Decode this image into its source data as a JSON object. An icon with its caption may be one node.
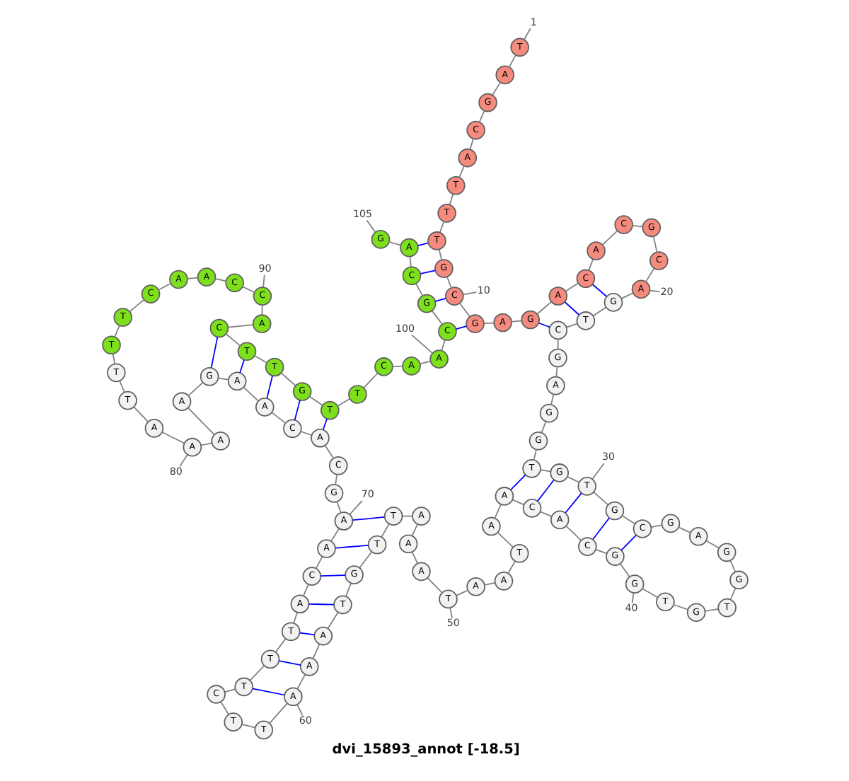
{
  "diagram": {
    "caption": "dvi_15893_annot [-18.5]",
    "nodes": [
      {
        "text": [
          "T"
        ]
      },
      {
        "text": [
          "A"
        ]
      },
      {
        "text": [
          "G"
        ]
      },
      {
        "text": [
          "C"
        ]
      },
      {
        "text": [
          "A"
        ]
      },
      {
        "text": [
          "T"
        ]
      },
      {
        "text": [
          "T"
        ]
      },
      {
        "text": [
          "T"
        ]
      },
      {
        "text": [
          "G"
        ]
      },
      {
        "text": [
          "C"
        ]
      },
      {
        "text": [
          "G"
        ]
      },
      {
        "text": [
          "A"
        ]
      },
      {
        "text": [
          "G"
        ]
      },
      {
        "text": [
          "A"
        ]
      },
      {
        "text": [
          "C"
        ]
      },
      {
        "text": [
          "A"
        ]
      },
      {
        "text": [
          "C"
        ]
      },
      {
        "text": [
          "G"
        ]
      },
      {
        "text": [
          "C"
        ]
      },
      {
        "text": [
          "A"
        ]
      },
      {
        "text": [
          "G"
        ]
      },
      {
        "text": [
          "T"
        ]
      },
      {
        "text": [
          "C"
        ]
      },
      {
        "text": [
          "G"
        ]
      },
      {
        "text": [
          "A"
        ]
      },
      {
        "text": [
          "G"
        ]
      },
      {
        "text": [
          "G"
        ]
      },
      {
        "text": [
          "T"
        ]
      },
      {
        "text": [
          "G"
        ]
      },
      {
        "text": [
          "T"
        ]
      },
      {
        "text": [
          "G"
        ]
      },
      {
        "text": [
          "C"
        ]
      },
      {
        "text": [
          "G"
        ]
      },
      {
        "text": [
          "A"
        ]
      },
      {
        "text": [
          "G"
        ]
      },
      {
        "text": [
          "G"
        ]
      },
      {
        "text": [
          "T"
        ]
      },
      {
        "text": [
          "G"
        ]
      },
      {
        "text": [
          "T"
        ]
      },
      {
        "text": [
          "G"
        ]
      },
      {
        "text": [
          "G"
        ]
      },
      {
        "text": [
          "C"
        ]
      },
      {
        "text": [
          "A"
        ]
      },
      {
        "text": [
          "C"
        ]
      },
      {
        "text": [
          "A"
        ]
      },
      {
        "text": [
          "A"
        ]
      },
      {
        "text": [
          "T"
        ]
      },
      {
        "text": [
          "A"
        ]
      },
      {
        "text": [
          "A"
        ]
      },
      {
        "text": [
          "T"
        ]
      },
      {
        "text": [
          "A"
        ]
      },
      {
        "text": [
          "A"
        ]
      },
      {
        "text": [
          "A"
        ]
      },
      {
        "text": [
          "T"
        ]
      },
      {
        "text": [
          "T"
        ]
      },
      {
        "text": [
          "G"
        ]
      },
      {
        "text": [
          "T"
        ]
      },
      {
        "text": [
          "A"
        ]
      },
      {
        "text": [
          "A"
        ]
      },
      {
        "text": [
          "A"
        ]
      },
      {
        "text": [
          "T"
        ]
      },
      {
        "text": [
          "T"
        ]
      },
      {
        "text": [
          "C"
        ]
      },
      {
        "text": [
          "T"
        ]
      },
      {
        "text": [
          "T"
        ]
      },
      {
        "text": [
          "T"
        ]
      },
      {
        "text": [
          "A"
        ]
      },
      {
        "text": [
          "C"
        ]
      },
      {
        "text": [
          "A"
        ]
      },
      {
        "text": [
          "A"
        ]
      },
      {
        "text": [
          "G"
        ]
      },
      {
        "text": [
          "C"
        ]
      },
      {
        "text": [
          "A"
        ]
      },
      {
        "text": [
          "C"
        ]
      },
      {
        "text": [
          "A"
        ]
      },
      {
        "text": [
          "A"
        ]
      },
      {
        "text": [
          "G"
        ]
      },
      {
        "text": [
          "A"
        ]
      },
      {
        "text": [
          "A"
        ]
      },
      {
        "text": [
          "A"
        ]
      },
      {
        "text": [
          "A"
        ]
      },
      {
        "text": [
          "T"
        ]
      },
      {
        "text": [
          "T"
        ]
      },
      {
        "text": [
          "T"
        ]
      },
      {
        "text": [
          "T"
        ]
      },
      {
        "text": [
          "C"
        ]
      },
      {
        "text": [
          "A"
        ]
      },
      {
        "text": [
          "A"
        ]
      },
      {
        "text": [
          "C"
        ]
      },
      {
        "text": [
          "C"
        ]
      },
      {
        "text": [
          "A"
        ]
      },
      {
        "text": [
          "C"
        ]
      },
      {
        "text": [
          "T"
        ]
      },
      {
        "text": [
          "T"
        ]
      },
      {
        "text": [
          "G"
        ]
      },
      {
        "text": [
          "T"
        ]
      },
      {
        "text": [
          "T"
        ]
      },
      {
        "text": [
          "C"
        ]
      },
      {
        "text": [
          "A"
        ]
      },
      {
        "text": [
          "A"
        ]
      },
      {
        "text": [
          "C"
        ]
      },
      {
        "text": [
          "G"
        ]
      },
      {
        "text": [
          "C"
        ]
      },
      {
        "text": [
          "A"
        ]
      },
      {
        "text": [
          "G"
        ]
      },
      {
        "text": [
          "1"
        ]
      },
      {
        "text": [
          "10"
        ]
      },
      {
        "text": [
          "20"
        ]
      },
      {
        "text": [
          "30"
        ]
      },
      {
        "text": [
          "40"
        ]
      },
      {
        "text": [
          "50"
        ]
      },
      {
        "text": [
          "60"
        ]
      },
      {
        "text": [
          "70"
        ]
      },
      {
        "text": [
          "80"
        ]
      },
      {
        "text": [
          "90"
        ]
      },
      {
        "text": [
          "100"
        ]
      },
      {
        "text": [
          "105"
        ]
      }
    ],
    "edges": [
      {
        "from": 0,
        "to": 1,
        "arrow": "none"
      },
      {
        "from": 1,
        "to": 2,
        "arrow": "none"
      },
      {
        "from": 2,
        "to": 3,
        "arrow": "none"
      },
      {
        "from": 3,
        "to": 4,
        "arrow": "none"
      },
      {
        "from": 4,
        "to": 5,
        "arrow": "none"
      },
      {
        "from": 5,
        "to": 6,
        "arrow": "none"
      },
      {
        "from": 6,
        "to": 7,
        "arrow": "none"
      },
      {
        "from": 7,
        "to": 8,
        "arrow": "none"
      },
      {
        "from": 8,
        "to": 9,
        "arrow": "none"
      },
      {
        "from": 9,
        "to": 10,
        "arrow": "none"
      },
      {
        "from": 10,
        "to": 11,
        "arrow": "none"
      },
      {
        "from": 11,
        "to": 12,
        "arrow": "none"
      },
      {
        "from": 12,
        "to": 13,
        "arrow": "none"
      },
      {
        "from": 13,
        "to": 14,
        "arrow": "none"
      },
      {
        "from": 14,
        "to": 15,
        "arrow": "none"
      },
      {
        "from": 15,
        "to": 16,
        "arrow": "none"
      },
      {
        "from": 16,
        "to": 17,
        "arrow": "none"
      },
      {
        "from": 17,
        "to": 18,
        "arrow": "none"
      },
      {
        "from": 18,
        "to": 19,
        "arrow": "none"
      },
      {
        "from": 19,
        "to": 20,
        "arrow": "none"
      },
      {
        "from": 20,
        "to": 21,
        "arrow": "none"
      },
      {
        "from": 21,
        "to": 22,
        "arrow": "none"
      },
      {
        "from": 22,
        "to": 23,
        "arrow": "none"
      },
      {
        "from": 23,
        "to": 24,
        "arrow": "none"
      },
      {
        "from": 24,
        "to": 25,
        "arrow": "none"
      },
      {
        "from": 25,
        "to": 26,
        "arrow": "none"
      },
      {
        "from": 26,
        "to": 27,
        "arrow": "none"
      },
      {
        "from": 27,
        "to": 28,
        "arrow": "none"
      },
      {
        "from": 28,
        "to": 29,
        "arrow": "none"
      },
      {
        "from": 29,
        "to": 30,
        "arrow": "none"
      },
      {
        "from": 30,
        "to": 31,
        "arrow": "none"
      },
      {
        "from": 31,
        "to": 32,
        "arrow": "none"
      },
      {
        "from": 32,
        "to": 33,
        "arrow": "none"
      },
      {
        "from": 33,
        "to": 34,
        "arrow": "none"
      },
      {
        "from": 34,
        "to": 35,
        "arrow": "none"
      },
      {
        "from": 35,
        "to": 36,
        "arrow": "none"
      },
      {
        "from": 36,
        "to": 37,
        "arrow": "none"
      },
      {
        "from": 37,
        "to": 38,
        "arrow": "none"
      },
      {
        "from": 38,
        "to": 39,
        "arrow": "none"
      },
      {
        "from": 39,
        "to": 40,
        "arrow": "none"
      },
      {
        "from": 40,
        "to": 41,
        "arrow": "none"
      },
      {
        "from": 41,
        "to": 42,
        "arrow": "none"
      },
      {
        "from": 42,
        "to": 43,
        "arrow": "none"
      },
      {
        "from": 43,
        "to": 44,
        "arrow": "none"
      },
      {
        "from": 44,
        "to": 45,
        "arrow": "none"
      },
      {
        "from": 45,
        "to": 46,
        "arrow": "none"
      },
      {
        "from": 46,
        "to": 47,
        "arrow": "none"
      },
      {
        "from": 47,
        "to": 48,
        "arrow": "none"
      },
      {
        "from": 48,
        "to": 49,
        "arrow": "none"
      },
      {
        "from": 49,
        "to": 50,
        "arrow": "none"
      },
      {
        "from": 50,
        "to": 51,
        "arrow": "none"
      },
      {
        "from": 51,
        "to": 52,
        "arrow": "none"
      },
      {
        "from": 52,
        "to": 53,
        "arrow": "none"
      },
      {
        "from": 53,
        "to": 54,
        "arrow": "none"
      },
      {
        "from": 54,
        "to": 55,
        "arrow": "none"
      },
      {
        "from": 55,
        "to": 56,
        "arrow": "none"
      },
      {
        "from": 56,
        "to": 57,
        "arrow": "none"
      },
      {
        "from": 57,
        "to": 58,
        "arrow": "none"
      },
      {
        "from": 58,
        "to": 59,
        "arrow": "none"
      },
      {
        "from": 59,
        "to": 60,
        "arrow": "none"
      },
      {
        "from": 60,
        "to": 61,
        "arrow": "none"
      },
      {
        "from": 61,
        "to": 62,
        "arrow": "none"
      },
      {
        "from": 62,
        "to": 63,
        "arrow": "none"
      },
      {
        "from": 63,
        "to": 64,
        "arrow": "none"
      },
      {
        "from": 64,
        "to": 65,
        "arrow": "none"
      },
      {
        "from": 65,
        "to": 66,
        "arrow": "none"
      },
      {
        "from": 66,
        "to": 67,
        "arrow": "none"
      },
      {
        "from": 67,
        "to": 68,
        "arrow": "none"
      },
      {
        "from": 68,
        "to": 69,
        "arrow": "none"
      },
      {
        "from": 69,
        "to": 70,
        "arrow": "none"
      },
      {
        "from": 70,
        "to": 71,
        "arrow": "none"
      },
      {
        "from": 71,
        "to": 72,
        "arrow": "none"
      },
      {
        "from": 72,
        "to": 73,
        "arrow": "none"
      },
      {
        "from": 73,
        "to": 74,
        "arrow": "none"
      },
      {
        "from": 74,
        "to": 75,
        "arrow": "none"
      },
      {
        "from": 75,
        "to": 76,
        "arrow": "none"
      },
      {
        "from": 76,
        "to": 77,
        "arrow": "none"
      },
      {
        "from": 77,
        "to": 78,
        "arrow": "none"
      },
      {
        "from": 78,
        "to": 79,
        "arrow": "none"
      },
      {
        "from": 79,
        "to": 80,
        "arrow": "none"
      },
      {
        "from": 80,
        "to": 81,
        "arrow": "none"
      },
      {
        "from": 81,
        "to": 82,
        "arrow": "none"
      },
      {
        "from": 82,
        "to": 83,
        "arrow": "none"
      },
      {
        "from": 83,
        "to": 84,
        "arrow": "none"
      },
      {
        "from": 84,
        "to": 85,
        "arrow": "none"
      },
      {
        "from": 85,
        "to": 86,
        "arrow": "none"
      },
      {
        "from": 86,
        "to": 87,
        "arrow": "none"
      },
      {
        "from": 87,
        "to": 88,
        "arrow": "none"
      },
      {
        "from": 88,
        "to": 89,
        "arrow": "none"
      },
      {
        "from": 89,
        "to": 90,
        "arrow": "none"
      },
      {
        "from": 90,
        "to": 91,
        "arrow": "none"
      },
      {
        "from": 91,
        "to": 92,
        "arrow": "none"
      },
      {
        "from": 92,
        "to": 93,
        "arrow": "none"
      },
      {
        "from": 93,
        "to": 94,
        "arrow": "none"
      },
      {
        "from": 94,
        "to": 95,
        "arrow": "none"
      },
      {
        "from": 95,
        "to": 96,
        "arrow": "none"
      },
      {
        "from": 96,
        "to": 97,
        "arrow": "none"
      },
      {
        "from": 97,
        "to": 98,
        "arrow": "none"
      },
      {
        "from": 98,
        "to": 99,
        "arrow": "none"
      },
      {
        "from": 99,
        "to": 100,
        "arrow": "none"
      },
      {
        "from": 100,
        "to": 101,
        "arrow": "none"
      },
      {
        "from": 101,
        "to": 102,
        "arrow": "none"
      },
      {
        "from": 102,
        "to": 103,
        "arrow": "none"
      },
      {
        "from": 103,
        "to": 104,
        "arrow": "none"
      },
      {
        "from": 10,
        "to": 100,
        "arrow": "none",
        "color": "#0000ff"
      },
      {
        "from": 9,
        "to": 101,
        "arrow": "none",
        "color": "#0000ff"
      },
      {
        "from": 8,
        "to": 102,
        "arrow": "none",
        "color": "#0000ff"
      },
      {
        "from": 7,
        "to": 103,
        "arrow": "none",
        "color": "#0000ff"
      },
      {
        "from": 12,
        "to": 22,
        "arrow": "none",
        "color": "#0000ff"
      },
      {
        "from": 13,
        "to": 21,
        "arrow": "none",
        "color": "#0000ff"
      },
      {
        "from": 14,
        "to": 20,
        "arrow": "none",
        "color": "#0000ff"
      },
      {
        "from": 27,
        "to": 44,
        "arrow": "none",
        "color": "#0000ff"
      },
      {
        "from": 28,
        "to": 43,
        "arrow": "none",
        "color": "#0000ff"
      },
      {
        "from": 29,
        "to": 42,
        "arrow": "none",
        "color": "#0000ff"
      },
      {
        "from": 30,
        "to": 41,
        "arrow": "none",
        "color": "#0000ff"
      },
      {
        "from": 31,
        "to": 40,
        "arrow": "none",
        "color": "#0000ff"
      },
      {
        "from": 53,
        "to": 69,
        "arrow": "none",
        "color": "#0000ff"
      },
      {
        "from": 54,
        "to": 68,
        "arrow": "none",
        "color": "#0000ff"
      },
      {
        "from": 55,
        "to": 67,
        "arrow": "none",
        "color": "#0000ff"
      },
      {
        "from": 56,
        "to": 66,
        "arrow": "none",
        "color": "#0000ff"
      },
      {
        "from": 57,
        "to": 65,
        "arrow": "none",
        "color": "#0000ff"
      },
      {
        "from": 58,
        "to": 64,
        "arrow": "none",
        "color": "#0000ff"
      },
      {
        "from": 59,
        "to": 63,
        "arrow": "none",
        "color": "#0000ff"
      },
      {
        "from": 72,
        "to": 95,
        "arrow": "none",
        "color": "#0000ff"
      },
      {
        "from": 73,
        "to": 94,
        "arrow": "none",
        "color": "#0000ff"
      },
      {
        "from": 74,
        "to": 93,
        "arrow": "none",
        "color": "#0000ff"
      },
      {
        "from": 75,
        "to": 92,
        "arrow": "none",
        "color": "#0000ff"
      },
      {
        "from": 76,
        "to": 91,
        "arrow": "none",
        "color": "#0000ff"
      },
      {
        "from": 105,
        "to": 0,
        "arrow": "none"
      },
      {
        "from": 106,
        "to": 9,
        "arrow": "none"
      },
      {
        "from": 107,
        "to": 19,
        "arrow": "none"
      },
      {
        "from": 108,
        "to": 29,
        "arrow": "none"
      },
      {
        "from": 109,
        "to": 39,
        "arrow": "none"
      },
      {
        "from": 110,
        "to": 49,
        "arrow": "none"
      },
      {
        "from": 111,
        "to": 59,
        "arrow": "none"
      },
      {
        "from": 112,
        "to": 69,
        "arrow": "none"
      },
      {
        "from": 113,
        "to": 79,
        "arrow": "none"
      },
      {
        "from": 114,
        "to": 89,
        "arrow": "none"
      },
      {
        "from": 115,
        "to": 99,
        "arrow": "none"
      },
      {
        "from": 116,
        "to": 104,
        "arrow": "none"
      }
    ]
  }
}
